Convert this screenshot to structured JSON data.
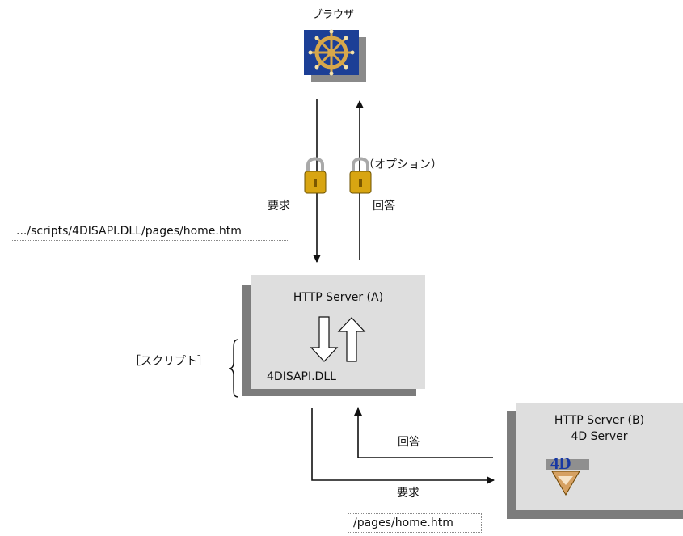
{
  "browser": {
    "label": "ブラウザ",
    "icon": "ships-wheel-icon"
  },
  "top_flow": {
    "request_label": "要求",
    "response_label": "回答",
    "option_label": "（オプション）",
    "request_url": ".../scripts/4DISAPI.DLL/pages/home.htm",
    "lock_icon": "padlock-icon"
  },
  "server_a": {
    "title": "HTTP Server (A)",
    "module": "4DISAPI.DLL",
    "script_label": "［スクリプト］"
  },
  "server_b": {
    "title_line1": "HTTP Server (B)",
    "title_line2": "4D Server",
    "icon": "4d-logo-icon"
  },
  "bottom_flow": {
    "request_label": "要求",
    "response_label": "回答",
    "request_url": "/pages/home.htm"
  },
  "colors": {
    "box_fill": "#dedede",
    "box_shadow": "#7c7c7c",
    "arrow": "#111111",
    "lock_body": "#d8a512",
    "lock_shackle": "#a9a9a9",
    "browser_blue": "#1c3f96",
    "browser_gold": "#d7a74a"
  }
}
